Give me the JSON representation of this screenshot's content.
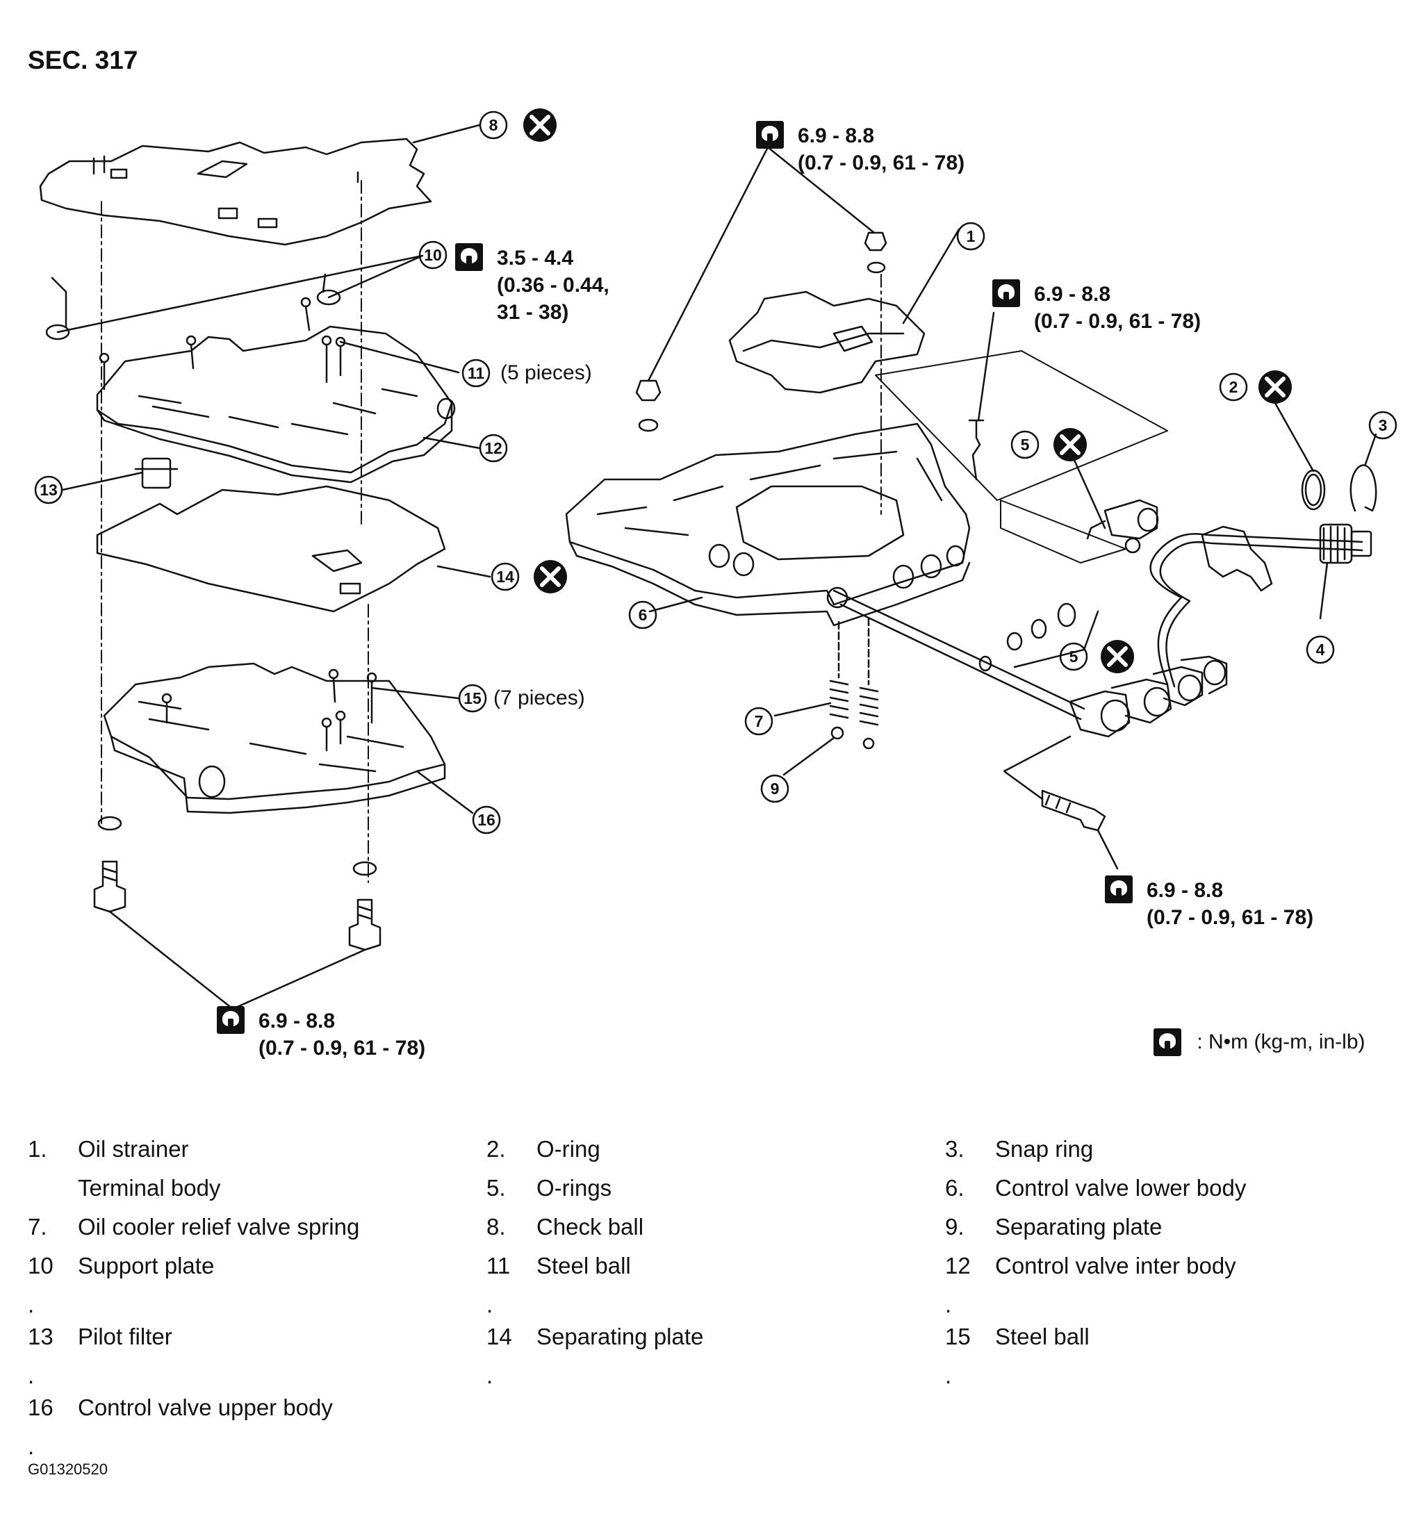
{
  "section_title": "SEC. 317",
  "torque_specs": [
    {
      "value": "6.9 - 8.8",
      "sub": "(0.7 - 0.9, 61 - 78)"
    },
    {
      "value": "3.5 - 4.4",
      "sub": "(0.36 - 0.44,",
      "sub2": "31 - 38)"
    },
    {
      "value": "6.9 - 8.8",
      "sub": "(0.7 - 0.9, 61 - 78)"
    },
    {
      "value": "6.9 - 8.8",
      "sub": "(0.7 - 0.9, 61 - 78)"
    },
    {
      "value": "6.9 - 8.8",
      "sub": "(0.7 - 0.9, 61 - 78)"
    }
  ],
  "callouts": [
    "1",
    "2",
    "3",
    "4",
    "5",
    "5",
    "6",
    "7",
    "8",
    "9",
    "10",
    "11",
    "12",
    "13",
    "14",
    "15",
    "16"
  ],
  "pieces_labels": {
    "steel_ball_11": "(5 pieces)",
    "steel_ball_15": "(7 pieces)"
  },
  "torque_unit": ": N•m (kg-m, in-lb)",
  "parts_table": [
    [
      {
        "num": "1.",
        "name": "Oil strainer"
      },
      {
        "num": "2.",
        "name": "O-ring"
      },
      {
        "num": "3.",
        "name": "Snap ring"
      }
    ],
    [
      {
        "num": "",
        "name": "Terminal body"
      },
      {
        "num": "5.",
        "name": "O-rings"
      },
      {
        "num": "6.",
        "name": "Control valve lower body"
      }
    ],
    [
      {
        "num": "7.",
        "name": "Oil cooler relief valve spring"
      },
      {
        "num": "8.",
        "name": "Check ball"
      },
      {
        "num": "9.",
        "name": "Separating plate"
      }
    ],
    [
      {
        "num": "10",
        "name": "Support plate"
      },
      {
        "num": "11",
        "name": "Steel ball"
      },
      {
        "num": "12",
        "name": "Control valve inter body"
      }
    ],
    [
      {
        "num": ".",
        "name": ""
      },
      {
        "num": ".",
        "name": ""
      },
      {
        "num": ".",
        "name": ""
      }
    ],
    [
      {
        "num": "13",
        "name": "Pilot filter"
      },
      {
        "num": "14",
        "name": "Separating plate"
      },
      {
        "num": "15",
        "name": "Steel ball"
      }
    ],
    [
      {
        "num": ".",
        "name": ""
      },
      {
        "num": ".",
        "name": ""
      },
      {
        "num": ".",
        "name": ""
      }
    ],
    [
      {
        "num": "16",
        "name": "Control valve upper body"
      },
      {
        "num": "",
        "name": ""
      },
      {
        "num": "",
        "name": ""
      }
    ],
    [
      {
        "num": ".",
        "name": ""
      },
      {
        "num": "",
        "name": ""
      },
      {
        "num": "",
        "name": ""
      }
    ]
  ],
  "figure_code": "G01320520",
  "colors": {
    "ink": "#111111",
    "paper": "#ffffff"
  }
}
